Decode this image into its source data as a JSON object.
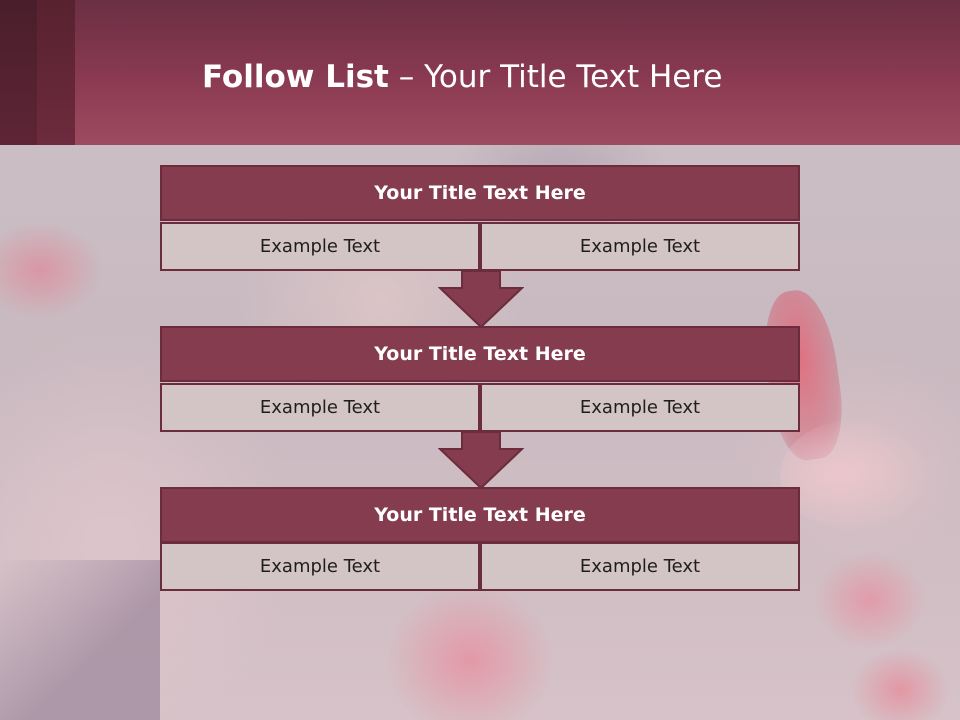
{
  "header": {
    "title_bold": "Follow List",
    "title_separator": " – ",
    "title_rest": "Your Title Text Here"
  },
  "steps": [
    {
      "title": "Your Title Text Here",
      "left": "Example Text",
      "right": "Example Text"
    },
    {
      "title": "Your Title Text Here",
      "left": "Example Text",
      "right": "Example Text"
    },
    {
      "title": "Your Title Text Here",
      "left": "Example Text",
      "right": "Example Text"
    }
  ],
  "colors": {
    "header": "#8a3a52",
    "box_title": "#843c4e",
    "box_border": "#6b2c3d",
    "cell": "#d3c4c6",
    "arrow": "#843c4e"
  },
  "icons": [
    "arrow-down-icon",
    "arrow-down-icon"
  ]
}
